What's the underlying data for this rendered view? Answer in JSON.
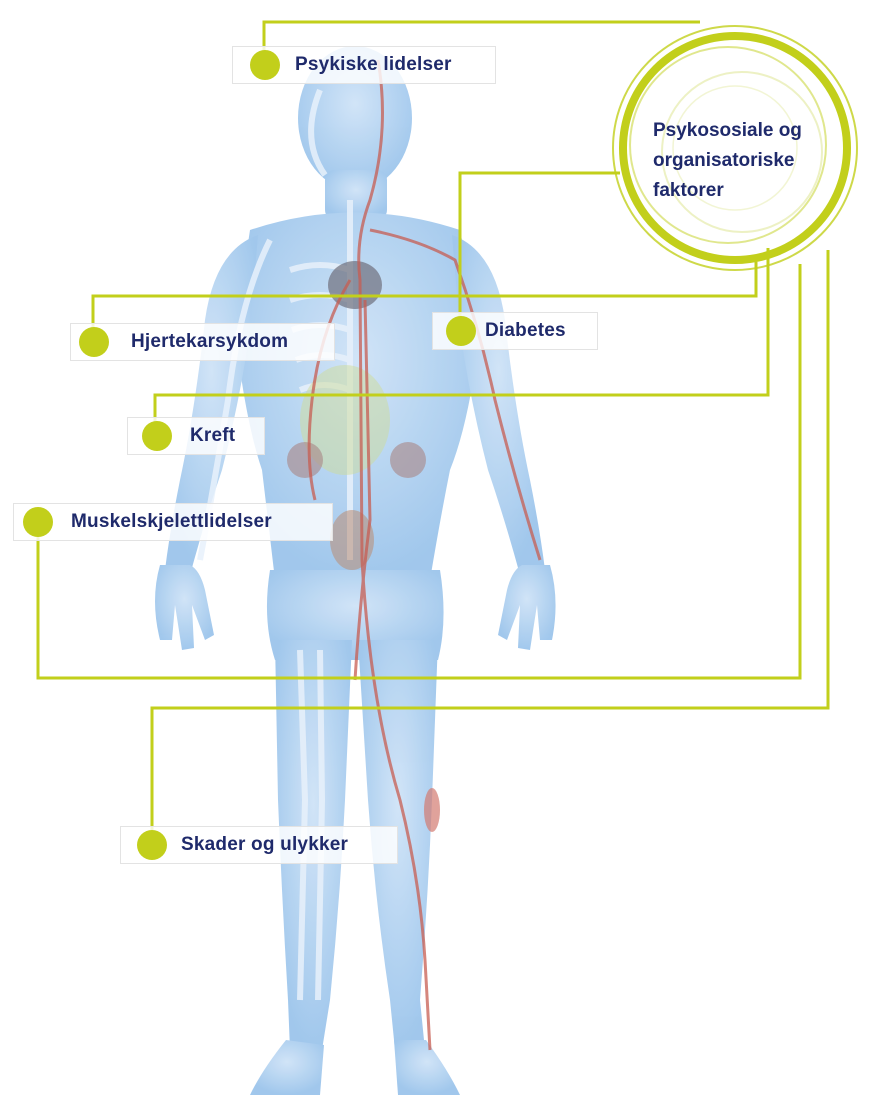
{
  "colors": {
    "accent_line": "#c2cf1b",
    "label_text": "#1f2a6b",
    "body_fill": "#a9cdef",
    "vessels": "#c75d52"
  },
  "center": {
    "title": "Psykososiale og\norganisatoriske\nfaktorer"
  },
  "conditions": [
    {
      "id": "psykiske",
      "label": "Psykiske lidelser"
    },
    {
      "id": "diabetes",
      "label": "Diabetes"
    },
    {
      "id": "hjerte",
      "label": "Hjertekarsykdom"
    },
    {
      "id": "kreft",
      "label": "Kreft"
    },
    {
      "id": "muskel",
      "label": "Muskelskjelettlidelser"
    },
    {
      "id": "skader",
      "label": "Skader og ulykker"
    }
  ]
}
